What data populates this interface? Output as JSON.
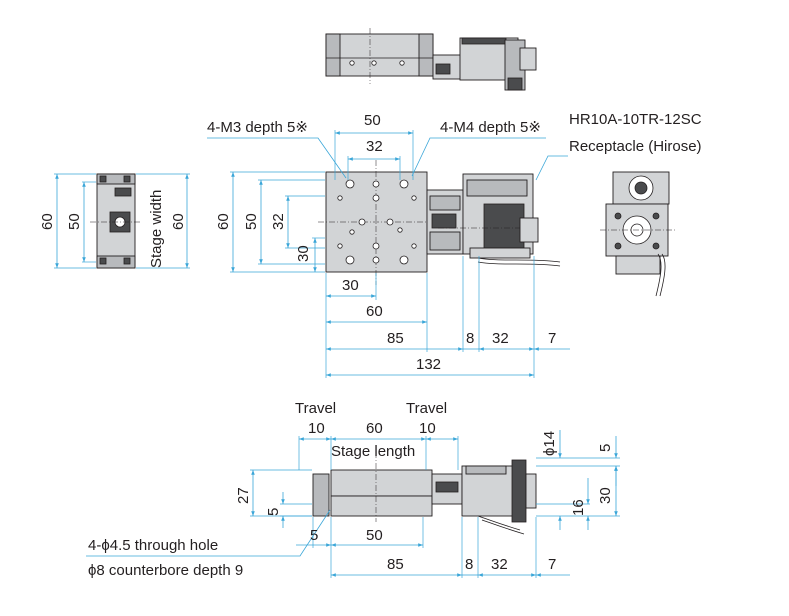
{
  "top_view": {
    "dims": {
      "width_50": "50",
      "width_32": "32",
      "left_60": "60",
      "left_50": "50",
      "left_32": "32",
      "left_30": "30",
      "bottom_30": "30",
      "bottom_60": "60",
      "bottom_85": "85",
      "bottom_8": "8",
      "bottom_32": "32",
      "bottom_7": "7",
      "overall_132": "132"
    },
    "labels": {
      "m3": "4-M3 depth 5※",
      "m4": "4-M4 depth 5※",
      "connector_model": "HR10A-10TR-12SC",
      "connector_desc": "Receptacle (Hirose)"
    }
  },
  "end_view": {
    "dims": {
      "outer_60": "60",
      "inner_50": "50",
      "stage_width_60": "60"
    },
    "labels": {
      "stage_width": "Stage width"
    }
  },
  "side_view": {
    "dims": {
      "travel_left_10": "10",
      "stage_60": "60",
      "travel_right_10": "10",
      "phi14": "ϕ14",
      "right_5": "5",
      "height_27": "27",
      "left_5": "5",
      "right_16": "16",
      "right_30": "30",
      "bottom_5": "5",
      "bottom_50": "50",
      "bottom_85": "85",
      "bottom_8": "8",
      "bottom_32": "32",
      "bottom_7": "7"
    },
    "labels": {
      "travel_left": "Travel",
      "travel_right": "Travel",
      "stage_length": "Stage length",
      "hole_line1": "4-ϕ4.5 through hole",
      "hole_line2": "ϕ8 counterbore depth 9"
    }
  }
}
